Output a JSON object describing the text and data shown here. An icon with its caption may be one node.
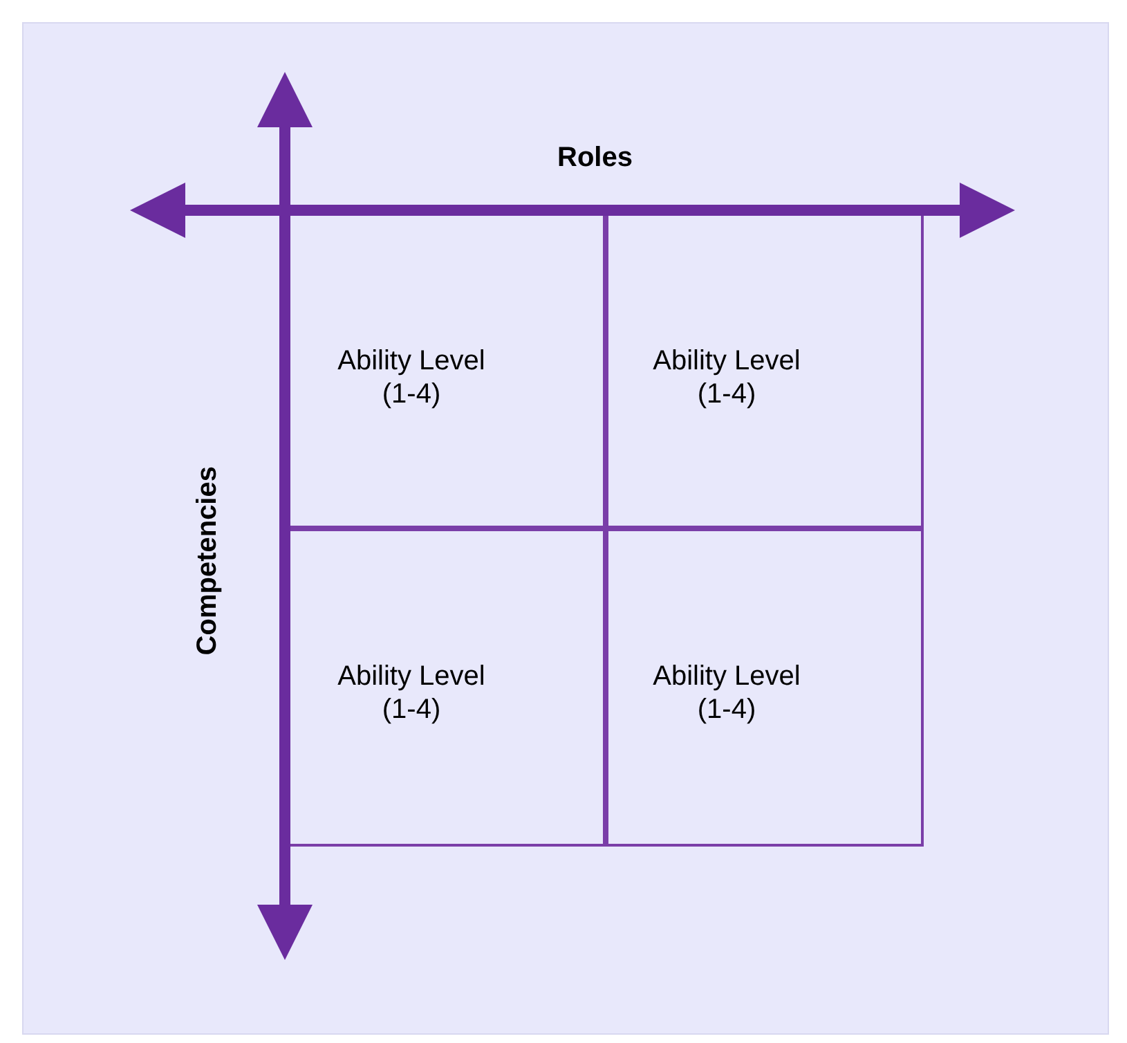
{
  "diagram": {
    "nodes": [
      {
        "text": [
          "Ability Level (1-4)"
        ]
      },
      {
        "text": [
          "Ability Level (1-4)"
        ]
      },
      {
        "text": [
          "Ability Level (1-4)"
        ]
      },
      {
        "text": [
          "Ability Level (1-4)"
        ]
      }
    ],
    "labels": [
      "Roles",
      "Competencies"
    ]
  }
}
